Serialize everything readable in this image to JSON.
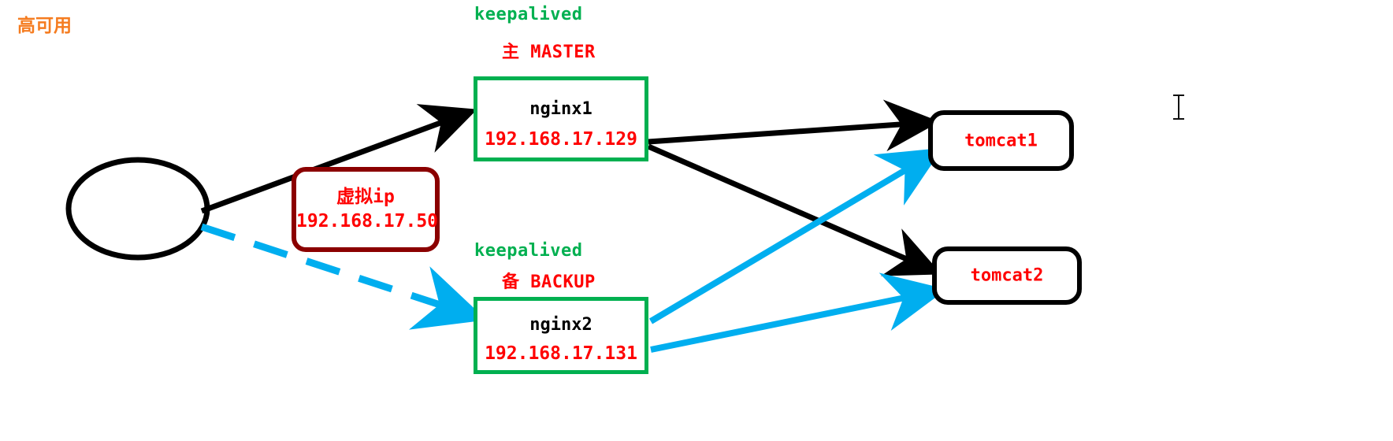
{
  "diagram": {
    "title": "高可用",
    "title_color": "#F57C20",
    "client": {
      "shape": "ellipse",
      "label": ""
    },
    "virtual_ip": {
      "name": "虚拟ip",
      "address": "192.168.17.50",
      "border_color": "#8B0000",
      "text_color": "#FF0000"
    },
    "nodes": [
      {
        "keepalived_label": "keepalived",
        "role_label": "主 MASTER",
        "name": "nginx1",
        "address": "192.168.17.129",
        "border_color": "#00B050",
        "keepalived_color": "#00B050",
        "role_color": "#FF0000"
      },
      {
        "keepalived_label": "keepalived",
        "role_label": "备 BACKUP",
        "name": "nginx2",
        "address": "192.168.17.131",
        "border_color": "#00B050",
        "keepalived_color": "#00B050",
        "role_color": "#FF0000"
      }
    ],
    "backends": [
      {
        "name": "tomcat1",
        "border_color": "#000000",
        "text_color": "#FF0000"
      },
      {
        "name": "tomcat2",
        "border_color": "#000000",
        "text_color": "#FF0000"
      }
    ],
    "connections": [
      {
        "from": "client",
        "to": "nginx1",
        "style": "solid",
        "color": "#000000"
      },
      {
        "from": "client",
        "to": "nginx2",
        "style": "dashed",
        "color": "#00AEEF"
      },
      {
        "from": "nginx1",
        "to": "tomcat1",
        "style": "solid",
        "color": "#000000"
      },
      {
        "from": "nginx1",
        "to": "tomcat2",
        "style": "solid",
        "color": "#000000"
      },
      {
        "from": "nginx2",
        "to": "tomcat1",
        "style": "solid",
        "color": "#00AEEF"
      },
      {
        "from": "nginx2",
        "to": "tomcat2",
        "style": "solid",
        "color": "#00AEEF"
      }
    ],
    "cursor": {
      "type": "text-caret"
    }
  }
}
